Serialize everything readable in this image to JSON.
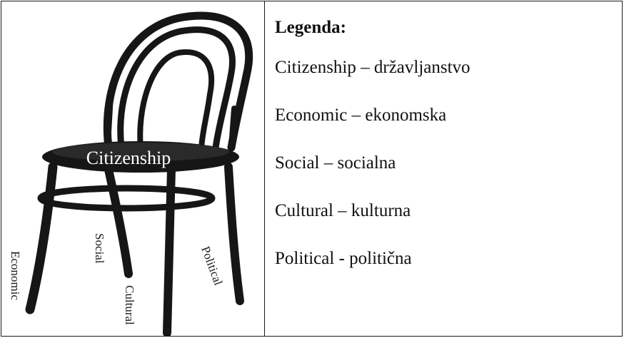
{
  "chair": {
    "seat_label": "Citizenship",
    "leg_labels": {
      "economic": "Economic",
      "social": "Social",
      "cultural": "Cultural",
      "political": "Political"
    }
  },
  "legend": {
    "title": "Legenda:",
    "items": [
      "Citizenship – državljanstvo",
      "Economic – ekonomska",
      "Social – socialna",
      "Cultural – kulturna",
      "Political - politična"
    ]
  }
}
